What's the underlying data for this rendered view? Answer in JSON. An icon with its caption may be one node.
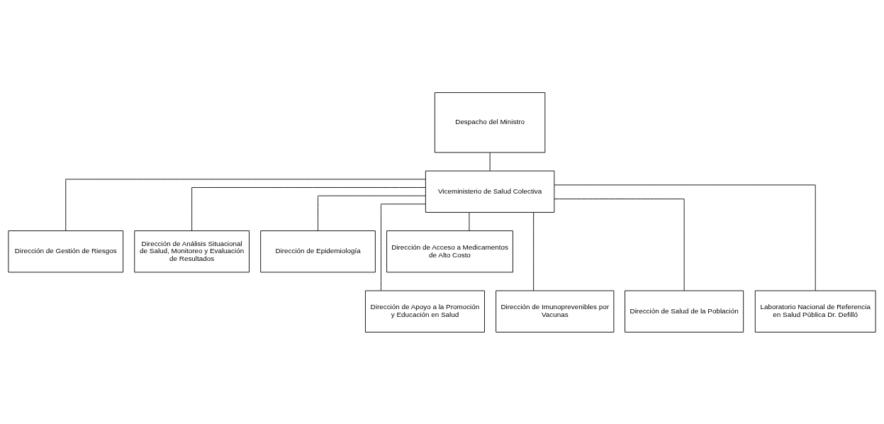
{
  "diagram": {
    "nodes": [
      {
        "text": [
          "Despacho del Ministro"
        ]
      },
      {
        "text": [
          "Viceministerio de Salud Colectiva"
        ]
      },
      {
        "text": [
          "Dirección de Gestión de Riesgos"
        ]
      },
      {
        "text": [
          "Dirección de Análisis Situacional de Salud, Monitoreo y Evaluación de Resultados"
        ]
      },
      {
        "text": [
          "Dirección de Epidemiología"
        ]
      },
      {
        "text": [
          "Dirección de Acceso a Medicamentos de Alto Costo"
        ]
      },
      {
        "text": [
          "Dirección de Apoyo a la Promoción y Educación en Salud"
        ]
      },
      {
        "text": [
          "Dirección de Imunoprevenibles por Vacunas"
        ]
      },
      {
        "text": [
          "Dirección de Salud de la Población"
        ]
      },
      {
        "text": [
          "Laboratorio Nacional de Referencia en Salud Pública Dr. Defilló"
        ]
      }
    ],
    "edges": [
      {
        "from": 0,
        "to": 1,
        "arrow": "none"
      },
      {
        "from": 1,
        "to": 2,
        "arrow": "none"
      },
      {
        "from": 1,
        "to": 3,
        "arrow": "none"
      },
      {
        "from": 1,
        "to": 4,
        "arrow": "none"
      },
      {
        "from": 1,
        "to": 5,
        "arrow": "none"
      },
      {
        "from": 1,
        "to": 6,
        "arrow": "none"
      },
      {
        "from": 1,
        "to": 7,
        "arrow": "none"
      },
      {
        "from": 1,
        "to": 8,
        "arrow": "none"
      },
      {
        "from": 1,
        "to": 9,
        "arrow": "none"
      }
    ]
  }
}
